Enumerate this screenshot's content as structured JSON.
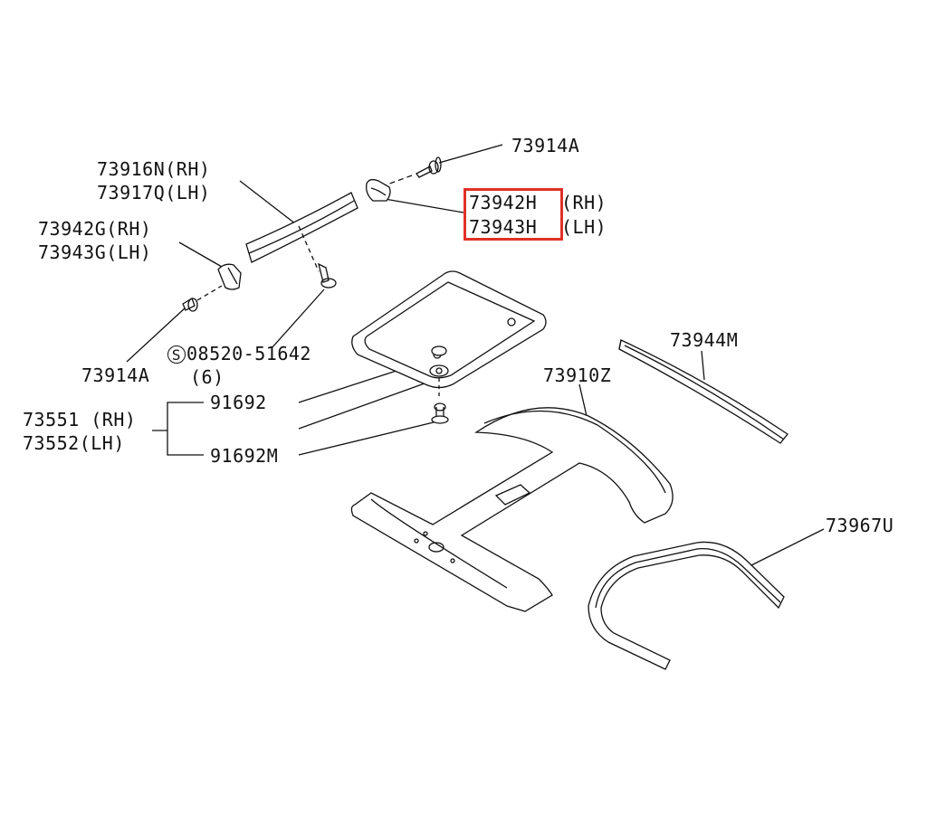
{
  "labels": {
    "p73914a_top": "73914A",
    "p73916n": "73916N(RH)",
    "p73917q": "73917Q(LH)",
    "p73942h": "73942H",
    "p73942h_side": "(RH)",
    "p73943h": "73943H",
    "p73943h_side": "(LH)",
    "p73942g": "73942G(RH)",
    "p73943g": "73943G(LH)",
    "p08520_symbol": "S",
    "p08520": "08520-51642",
    "p08520_qty": "(6)",
    "p73914a_left": "73914A",
    "p91692": "91692",
    "p73551": "73551 (RH)",
    "p73552": "73552(LH)",
    "p91692m": "91692M",
    "p73944m": "73944M",
    "p73910z": "73910Z",
    "p73967u": "73967U"
  },
  "highlight": {
    "color": "#e03127",
    "target": "73942H / 73943H"
  }
}
